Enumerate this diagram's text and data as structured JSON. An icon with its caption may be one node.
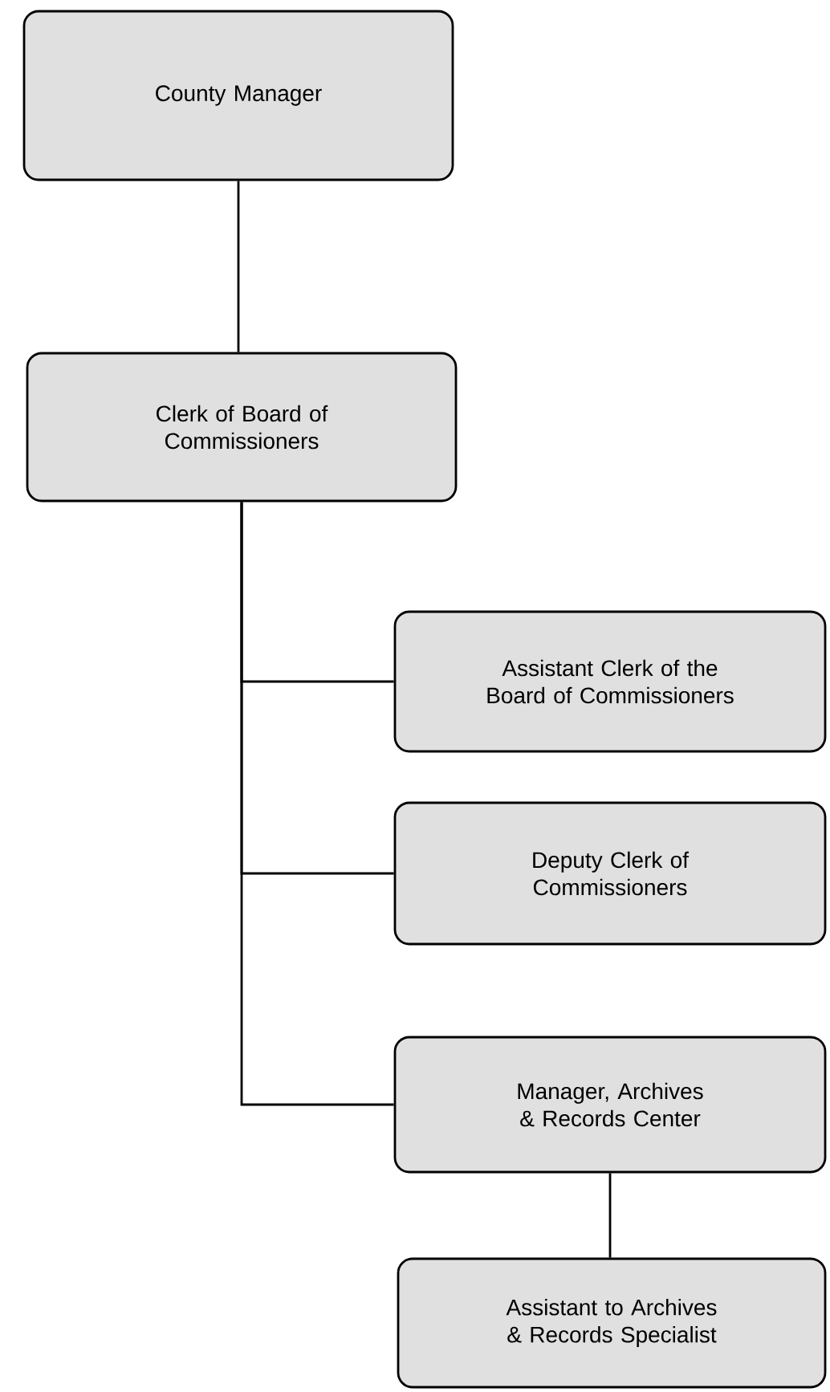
{
  "diagram": {
    "nodes": [
      {
        "text": [
          "County Manager"
        ]
      },
      {
        "text": [
          "Clerk of Board of Commissioners"
        ]
      },
      {
        "text": [
          "Assistant Clerk of the Board of Commissioners"
        ]
      },
      {
        "text": [
          "Deputy Clerk of Commissioners"
        ]
      },
      {
        "text": [
          "Manager, Archives & Records Center"
        ]
      },
      {
        "text": [
          "Assistant to Archives & Records Specialist"
        ]
      }
    ],
    "edges": [
      {
        "from": 0,
        "to": 1,
        "arrow": "none"
      },
      {
        "from": 1,
        "to": 2,
        "arrow": "none"
      },
      {
        "from": 1,
        "to": 3,
        "arrow": "none"
      },
      {
        "from": 1,
        "to": 4,
        "arrow": "none"
      },
      {
        "from": 4,
        "to": 5,
        "arrow": "none"
      }
    ]
  }
}
